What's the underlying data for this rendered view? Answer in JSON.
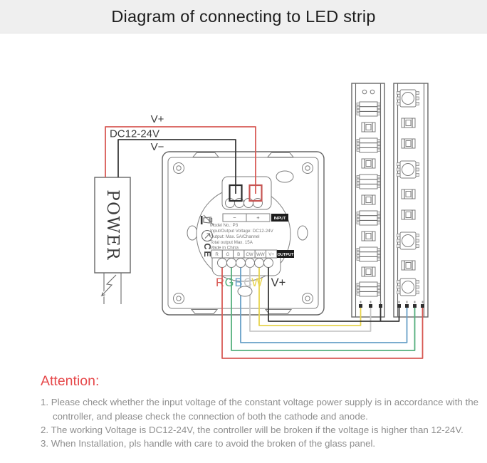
{
  "title": "Diagram of connecting to LED strip",
  "diagram": {
    "power_supply_label": "POWER",
    "supply_wires": {
      "v_plus": "V+",
      "voltage": "DC12-24V",
      "v_minus": "V−"
    },
    "controller": {
      "input_row": {
        "minus": "−",
        "plus": "+",
        "label": "INPUT"
      },
      "specs": [
        "Model No.: P3",
        "Input/Output Voltage: DC12-24V",
        "Output: Max. 5A/Channel",
        "Total output Max. 15A",
        "Made in China"
      ],
      "output_row": {
        "cells": [
          "R",
          "G",
          "B",
          "CW",
          "WW",
          "V+"
        ],
        "label": "OUTPUT"
      },
      "ce_mark": "CE",
      "wire_labels": {
        "r": "R",
        "g": "G",
        "b": "B",
        "c": "C",
        "w": "W",
        "v_plus": "V+"
      }
    },
    "wire_colors": {
      "red": "#d85a55",
      "green": "#55b07e",
      "blue": "#68a0c8",
      "gray": "#c9c9c9",
      "yellow": "#e8d44d",
      "black": "#3a3a3a"
    }
  },
  "attention": {
    "heading": "Attention:",
    "notes": [
      "1. Please check whether the input voltage of the constant voltage power supply is in accordance with the controller, and please check the connection of both the cathode and anode.",
      "2. The working Voltage is DC12-24V, the controller will be broken if the voltage is higher than 12-24V.",
      "3. When Installation, pls handle with care to avoid the broken of the glass panel."
    ]
  }
}
